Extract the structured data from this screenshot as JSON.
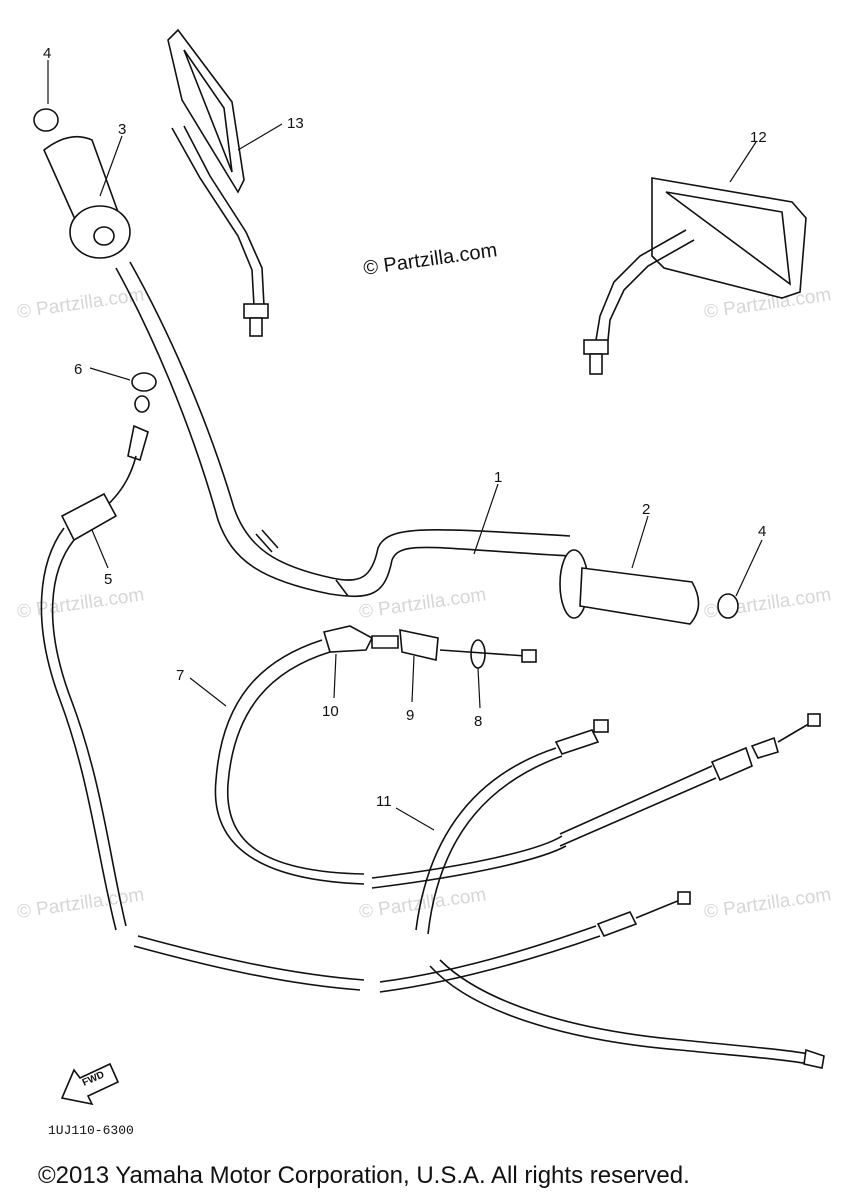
{
  "watermark": {
    "text": "© Partzilla.com"
  },
  "callouts": [
    "1",
    "2",
    "3",
    "4",
    "4",
    "5",
    "6",
    "7",
    "8",
    "9",
    "10",
    "11",
    "12",
    "13"
  ],
  "fwd_label": "FWD",
  "drawing_code": "1UJ110-6300",
  "copyright": "©2013 Yamaha Motor Corporation, U.S.A. All rights reserved."
}
